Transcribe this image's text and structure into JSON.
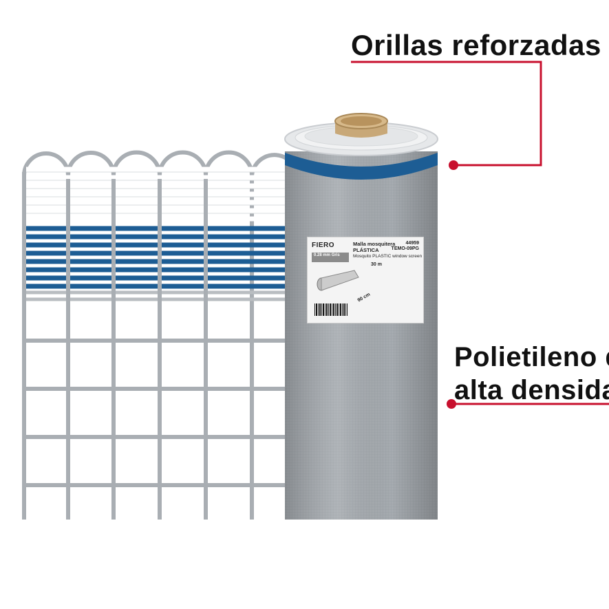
{
  "callouts": {
    "top": "Orillas reforzadas",
    "bottom_line1": "Polietileno de",
    "bottom_line2": "alta densidad"
  },
  "label": {
    "brand": "FIERO",
    "code": "44959",
    "code2": "TEMO-09PG",
    "title_line1": "Malla mosquitera",
    "title_line2": "PLÁSTICA",
    "subtitle": "Mosquito PLASTIC window screen",
    "spec_value": "0.28 mm",
    "spec_color": "Gris",
    "length": "30 m",
    "width": "90 cm"
  },
  "colors": {
    "accent_red": "#c8102e",
    "mesh_gray": "#a8adb2",
    "reinforced_blue": "#1d5d94",
    "text": "#111111"
  }
}
